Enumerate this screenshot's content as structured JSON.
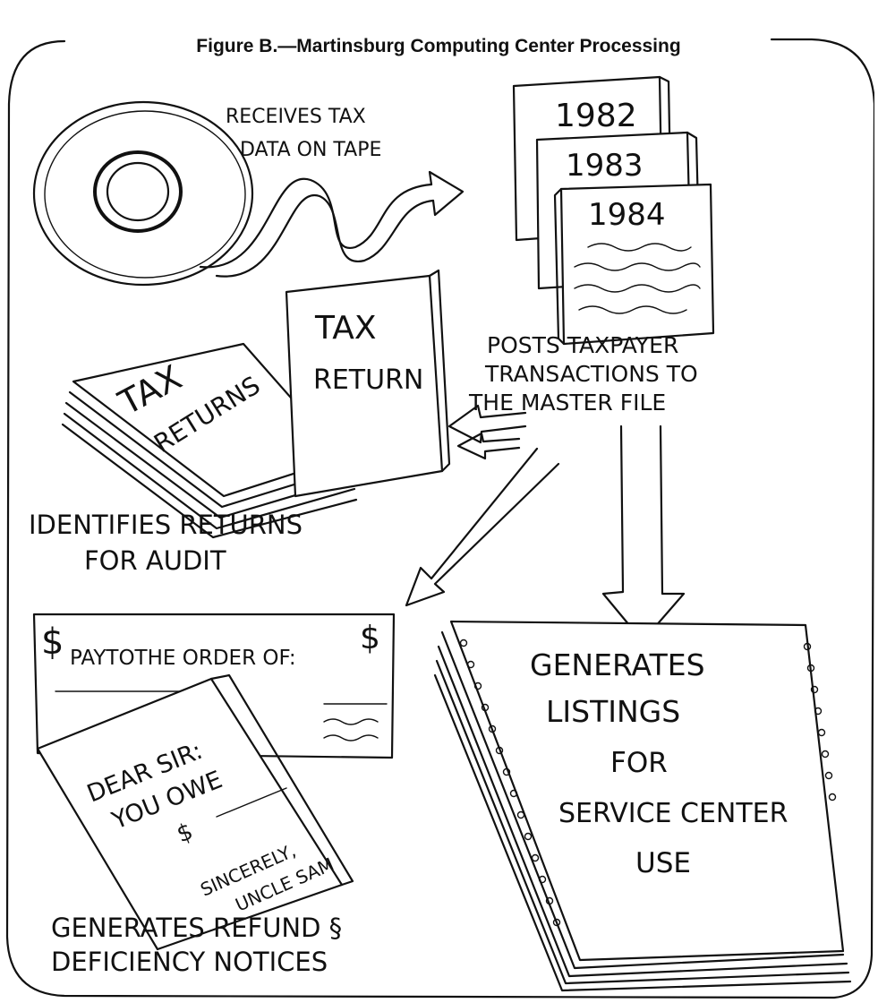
{
  "figure": {
    "title": "Figure B.—Martinsburg Computing Center Processing"
  },
  "tape": {
    "caption_line1": "RECEIVES TAX",
    "caption_line2": "DATA ON TAPE"
  },
  "master_file": {
    "years": [
      "1982",
      "1983",
      "1984"
    ],
    "caption_line1": "POSTS TAXPAYER",
    "caption_line2": "TRANSACTIONS TO",
    "caption_line3": "THE MASTER FILE"
  },
  "returns": {
    "stack_label_line1": "TAX",
    "stack_label_line2": "RETURNS",
    "single_label_line1": "TAX",
    "single_label_line2": "RETURN",
    "caption_line1": "IDENTIFIES RETURNS",
    "caption_line2": "FOR AUDIT"
  },
  "notices": {
    "check_dollar_left": "$",
    "check_dollar_right": "$",
    "check_payee": "PAYTOTHE ORDER OF:",
    "letter_line1": "DEAR SIR:",
    "letter_line2": "YOU OWE",
    "letter_line3": "$",
    "letter_line4": "SINCERELY,",
    "letter_line5": "UNCLE SAM",
    "caption_line1": "GENERATES REFUND §",
    "caption_line2": "DEFICIENCY NOTICES"
  },
  "listings": {
    "line1": "GENERATES",
    "line2": "LISTINGS",
    "line3": "FOR",
    "line4": "SERVICE CENTER",
    "line5": "USE"
  }
}
